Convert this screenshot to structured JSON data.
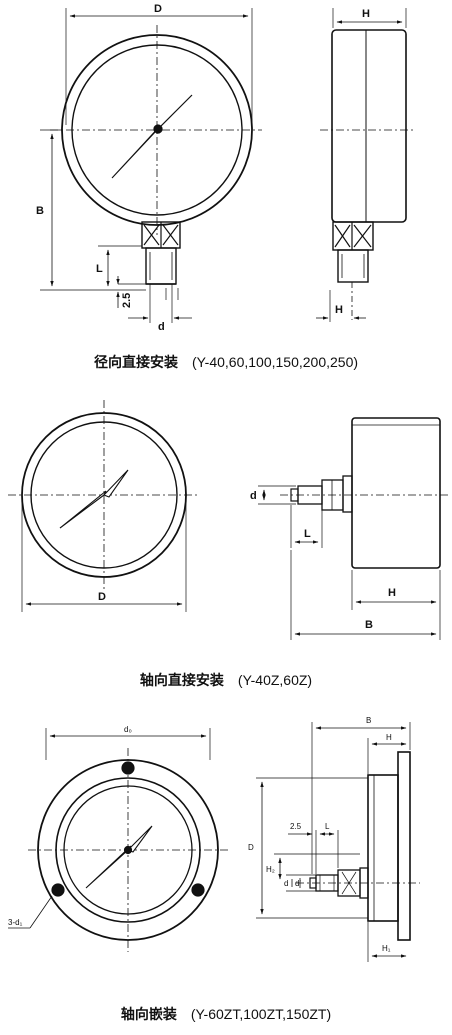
{
  "sections": [
    {
      "title": "径向直接安装",
      "models": "(Y-40,60,100,150,200,250)",
      "dims": {
        "D": "D",
        "H": "H",
        "B": "B",
        "L": "L",
        "d": "d",
        "gap": "2.5",
        "H_bottom": "H"
      }
    },
    {
      "title": "轴向直接安装",
      "models": "(Y-40Z,60Z)",
      "dims": {
        "D": "D",
        "d": "d",
        "L": "L",
        "H": "H",
        "B": "B"
      }
    },
    {
      "title": "轴向嵌装",
      "models": "(Y-60ZT,100ZT,150ZT)",
      "dims": {
        "d0": "d₀",
        "B": "B",
        "H": "H",
        "D": "D",
        "gap": "2.5",
        "L": "L",
        "H2": "H₂",
        "d": "d",
        "d_prime": "d'",
        "H1": "H₁",
        "holes": "3-d₁"
      }
    }
  ]
}
